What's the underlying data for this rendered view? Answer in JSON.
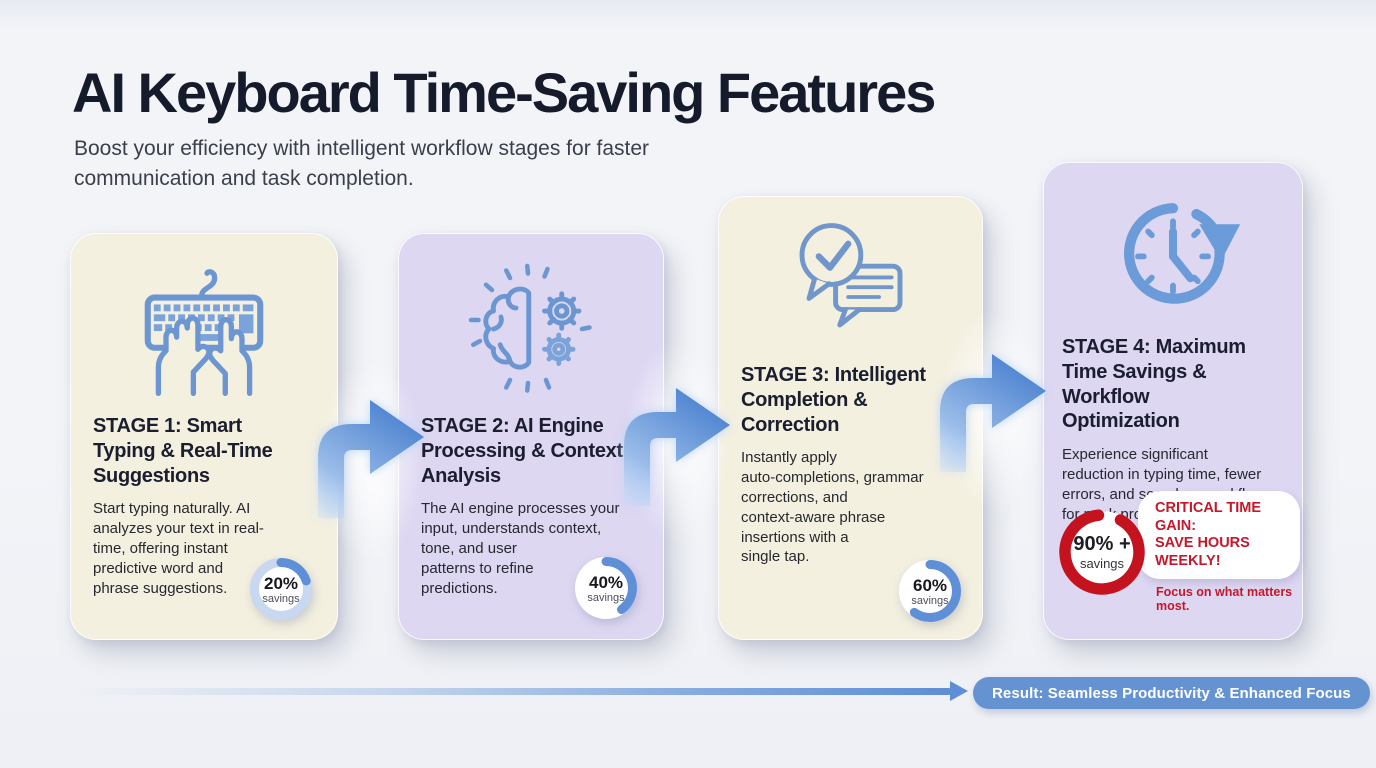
{
  "header": {
    "title": "AI Keyboard Time-Saving Features",
    "subtitle": "Boost your efficiency with intelligent workflow stages for faster\ncommunication and task completion."
  },
  "stages": [
    {
      "icon": "keyboard-typing-hands-icon",
      "title": "STAGE 1: Smart\nTyping & Real-Time\nSuggestions",
      "body": "Start typing naturally. AI\nanalyzes your text in real-\ntime, offering instant\npredictive word and\nphrase suggestions.",
      "savings_value": "20%",
      "savings_label": "savings",
      "savings_pct": 20
    },
    {
      "icon": "brain-gears-processing-icon",
      "title": "STAGE 2: AI Engine\nProcessing & Context\nAnalysis",
      "body": "The AI engine processes your\ninput, understands context,\ntone, and user\npatterns to refine\npredictions.",
      "savings_value": "40%",
      "savings_label": "savings",
      "savings_pct": 40
    },
    {
      "icon": "chat-check-bubbles-icon",
      "title": "STAGE 3: Intelligent\nCompletion &\nCorrection",
      "body": "Instantly apply\nauto-completions, grammar\ncorrections, and\ncontext-aware phrase\ninsertions with a\nsingle tap.",
      "savings_value": "60%",
      "savings_label": "savings",
      "savings_pct": 60
    },
    {
      "icon": "clock-time-arrow-icon",
      "title": "STAGE 4: Maximum\nTime Savings & Workflow\nOptimization",
      "body": "Experience significant\nreduction in typing time, fewer\nerrors, and seamless workflow\nfor peak productivity.",
      "savings_value": "90% +",
      "savings_label": "savings",
      "savings_pct": 90,
      "callout": {
        "pill": "CRITICAL TIME GAIN:\nSAVE HOURS WEEKLY!",
        "note": "Focus on what matters most."
      }
    }
  ],
  "result_banner": {
    "label": "Result: Seamless Productivity & Enhanced Focus"
  },
  "colors": {
    "background": "#f3f4f8",
    "cream_card": "#f4f0e0",
    "purple_card": "#ddd7f2",
    "icon_blue": "#6b96d2",
    "arrow_blue": "#5d8ed6",
    "donut_blue": "#5f8fd6",
    "donut_track_light_blue": "#c7d8f0",
    "alert_red": "#c5182b",
    "title_ink": "#161b2c",
    "result_pill_blue": "#6593d2"
  }
}
